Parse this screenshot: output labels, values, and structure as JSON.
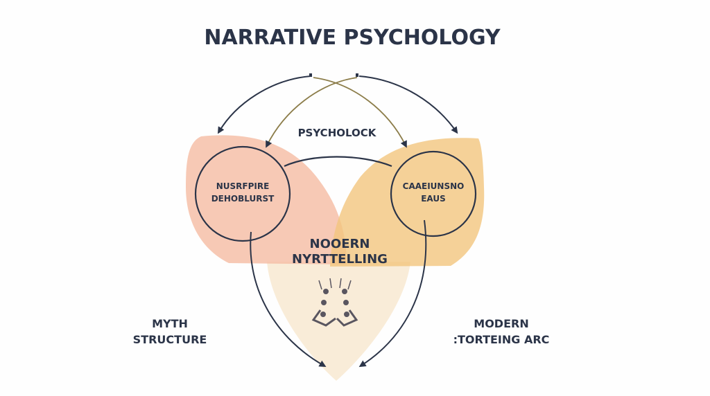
{
  "title": "NARRATIVE PSYCHOLOGY",
  "labels": {
    "top": "PSYCHOLOCK",
    "left_circle": [
      "NUSRFPIRE",
      "DEHOBLURST"
    ],
    "right_circle": [
      "CAAEIUNSNO",
      "EAUS"
    ],
    "center": [
      "NOOERN",
      "NYRTTELLING"
    ],
    "left_bottom": [
      "MYTH",
      "STRUCTURE"
    ],
    "right_bottom": [
      "MODERN",
      ":TORTEING ARC"
    ]
  },
  "colors": {
    "ink": "#2b3448",
    "pink": "#f6bfa8",
    "orange": "#f2c57e",
    "cream": "#f8ead4",
    "olive": "#8c7d4a"
  }
}
